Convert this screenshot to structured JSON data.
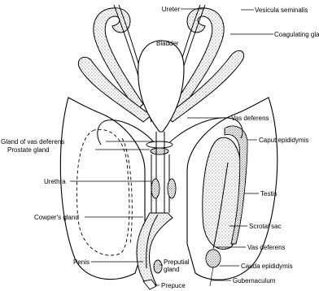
{
  "labels": {
    "ureter": "Ureter",
    "vesicula_seminalis": "Vesicula seminalis",
    "bladder": "Bladder",
    "coagulating_gland": "Coagulating gland",
    "vas_deferens_top": "Vas deferens",
    "gland_of_vas_deferens": "Gland of vas deferens",
    "caput_epididymis": "Caput epididymis",
    "prostate_gland": "Prostate gland",
    "urethra": "Urethra",
    "testis": "Testis",
    "cowpers_gland": "Cowper's gland",
    "scrotal_sac": "Scrotal sac",
    "vas_deferens_bottom": "Vas deferens",
    "penis": "Penis",
    "preputial_gland": "Preputial gland",
    "cauda_epididymis": "Cauda epididymis",
    "prepuce": "Prepuce",
    "gubernaculum": "Gubernaculum"
  }
}
